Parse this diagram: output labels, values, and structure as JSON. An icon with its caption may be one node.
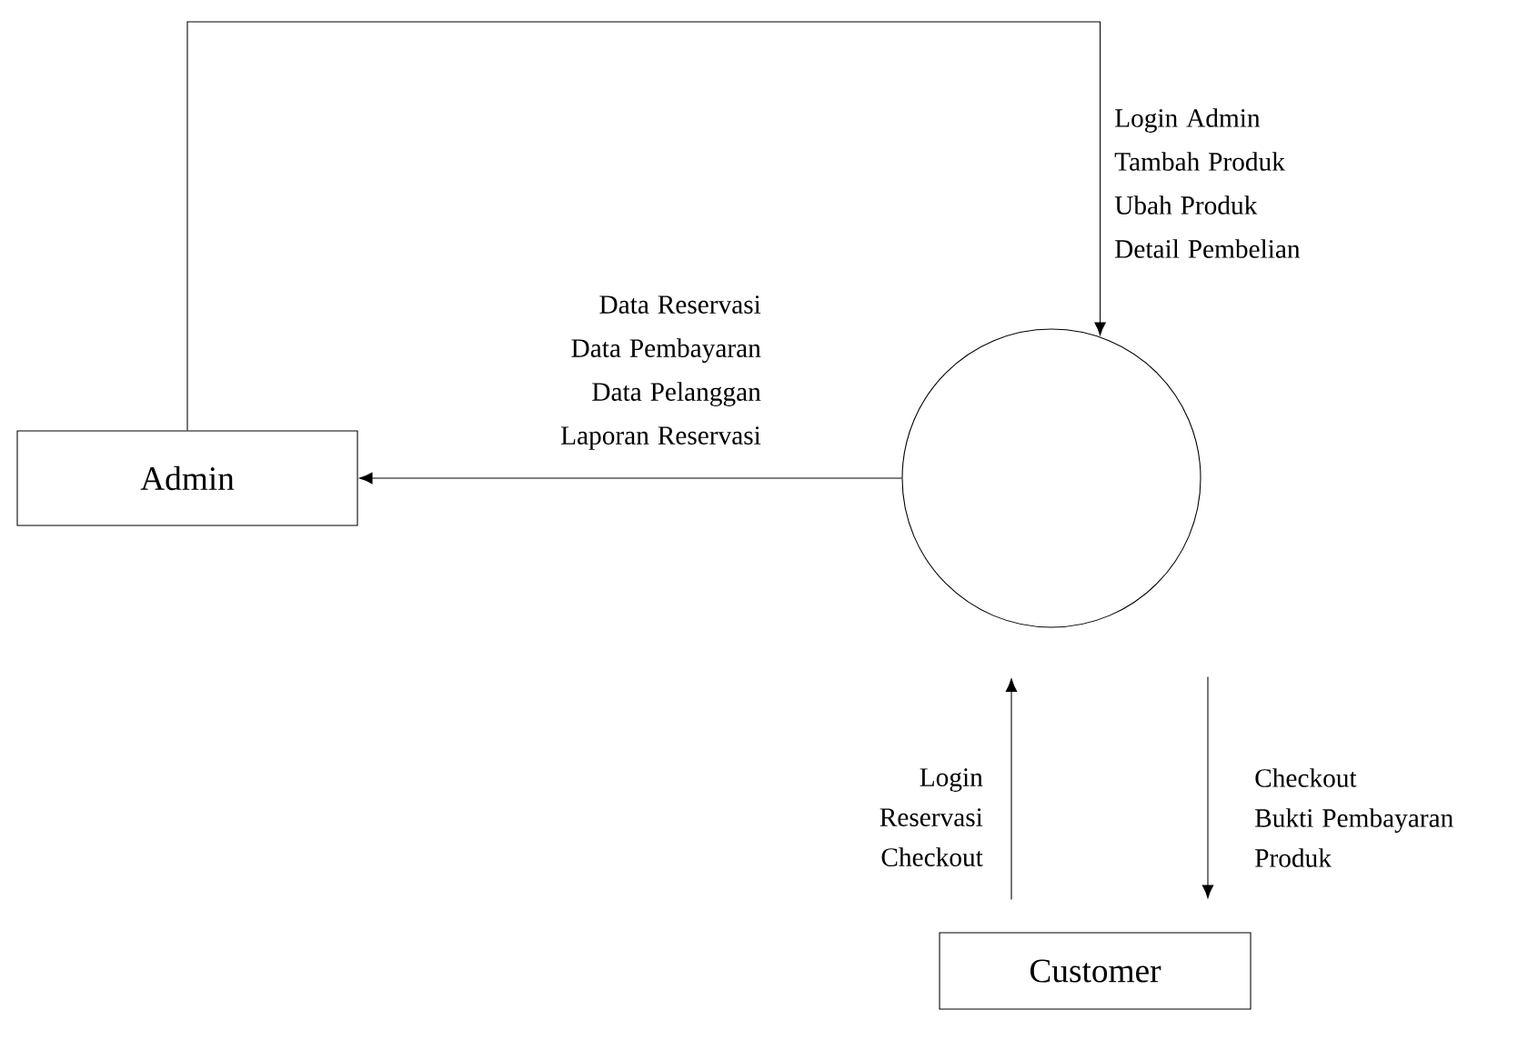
{
  "diagram": {
    "nodes": [
      {
        "text": [
          "Admin"
        ]
      },
      {
        "text": [],
        "shape": "circle"
      },
      {
        "text": [
          "Customer"
        ]
      }
    ],
    "edges": [
      {
        "from": 0,
        "to": 1,
        "arrow": "to",
        "label": "Login Admin Tambah Produk Ubah Produk Detail Pembelian"
      },
      {
        "from": 1,
        "to": 0,
        "arrow": "to",
        "label": "Data Reservasi Data Pembayaran Data Pelanggan Laporan Reservasi"
      },
      {
        "from": 2,
        "to": 1,
        "arrow": "to",
        "label": "Login Reservasi Checkout"
      },
      {
        "from": 1,
        "to": 2,
        "arrow": "to",
        "label": "Checkout Bukti Pembayaran Produk"
      }
    ]
  }
}
